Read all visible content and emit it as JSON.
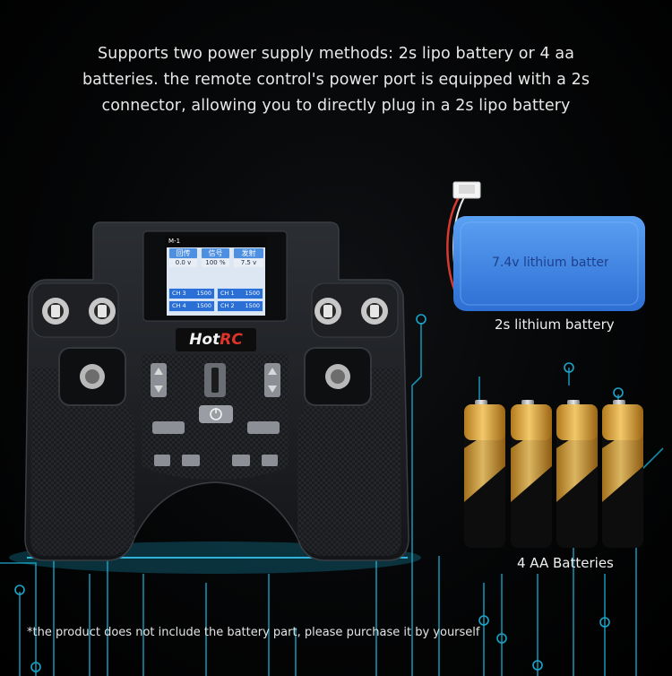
{
  "headline": {
    "line1": "Supports two power supply methods: 2s lipo battery or 4 aa",
    "line2": "batteries. the remote control's power port is equipped with a 2s",
    "line3": "connector, allowing you to directly plug in a 2s lipo battery"
  },
  "brand": {
    "hot": "Hot",
    "rc": "RC"
  },
  "screen": {
    "mode": "M-1",
    "tabs": [
      "回传",
      "信号",
      "发射"
    ],
    "values": [
      "0.0 v",
      "100 %",
      "7.5 v"
    ],
    "channels": [
      {
        "name": "CH 3",
        "value": "1500"
      },
      {
        "name": "CH 1",
        "value": "1500"
      },
      {
        "name": "CH 4",
        "value": "1500"
      },
      {
        "name": "CH 2",
        "value": "1500"
      }
    ]
  },
  "lipo": {
    "printed": "7.4v lithium battery",
    "label": "2s lithium battery"
  },
  "aa": {
    "label": "4 AA Batteries"
  },
  "footnote": "*the product does not include the battery part, please purchase it by yourself",
  "colors": {
    "circuit": "#1aa6c9",
    "lipo_body": "#3f86e8",
    "battery_gold": "#d9a53a",
    "accent_red": "#e0342a"
  }
}
